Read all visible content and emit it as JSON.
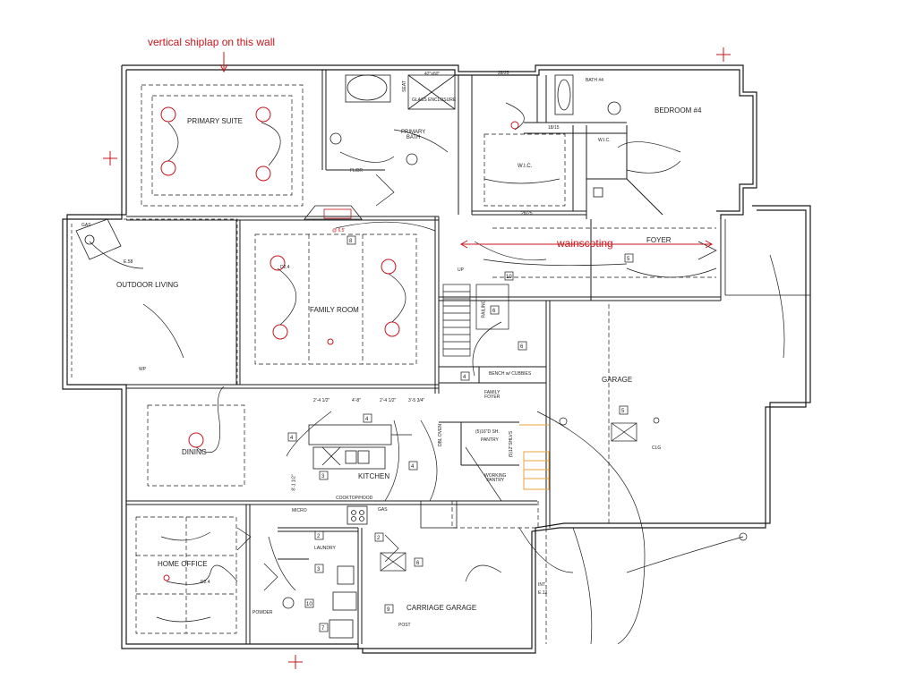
{
  "annotations": {
    "shiplap": "vertical shiplap on this wall",
    "wainscoting": "wainscoting",
    "angled_note": "@ 6.5'"
  },
  "rooms": {
    "primary_suite": "PRIMARY SUITE",
    "primary_bath": "PRIMARY\nBATH",
    "glass_enclosure": "GLASS ENCLOSURE",
    "wic": "W.I.C.",
    "bath4": "BATH #4",
    "bedroom4": "BEDROOM #4",
    "outdoor_living": "OUTDOOR LIVING",
    "family_room": "FAMILY ROOM",
    "foyer": "FOYER",
    "garage": "GARAGE",
    "bench": "BENCH w/ CUBBIES",
    "family_foyer": "FAMILY\nFOYER",
    "pantry": "PANTRY",
    "working_pantry": "WORKING\nPANTRY",
    "kitchen": "KITCHEN",
    "dining": "DINING",
    "cooktop": "COOKTOP/HOOD",
    "micro": "MICRO",
    "gas": "GAS",
    "laundry": "LAUNDRY",
    "home_office": "HOME OFFICE",
    "powder": "POWDER",
    "carriage_garage": "CARRIAGE GARAGE"
  },
  "small_labels": {
    "fl_br": "FL/BR",
    "wp": "WP",
    "clg": "CLG",
    "post": "POST",
    "seat": "SEAT",
    "size_42x60": "42\"x60\"",
    "dol_oven": "DBL OVEN",
    "railing": "RAILING",
    "up": "UP",
    "gas_fp": "GAS",
    "int": "INT.",
    "d24": "D2.4",
    "e58": "E.58",
    "e512": "E.12",
    "shelf1": "(5)16\"D SH.",
    "shelf2": "(5)12\"SHLVS"
  },
  "dimensions": {
    "d1": "2'-4 1/2\"",
    "d2": "4'-8\"",
    "d3": "2'-4 1/2\"",
    "d4": "3'-5 3/4\"",
    "d5": "8'-1 1/2\"",
    "d6": "28/25",
    "d7": "18/15",
    "d8": "28/25"
  },
  "tags": [
    "8",
    "4",
    "3",
    "4",
    "6",
    "10",
    "6",
    "2",
    "2",
    "3",
    "10",
    "7",
    "9",
    "6",
    "5",
    "5",
    "4",
    "4"
  ],
  "colors": {
    "line": "#1a1a1a",
    "annotation": "#c4161c",
    "stair_orange": "#e8a33d"
  }
}
